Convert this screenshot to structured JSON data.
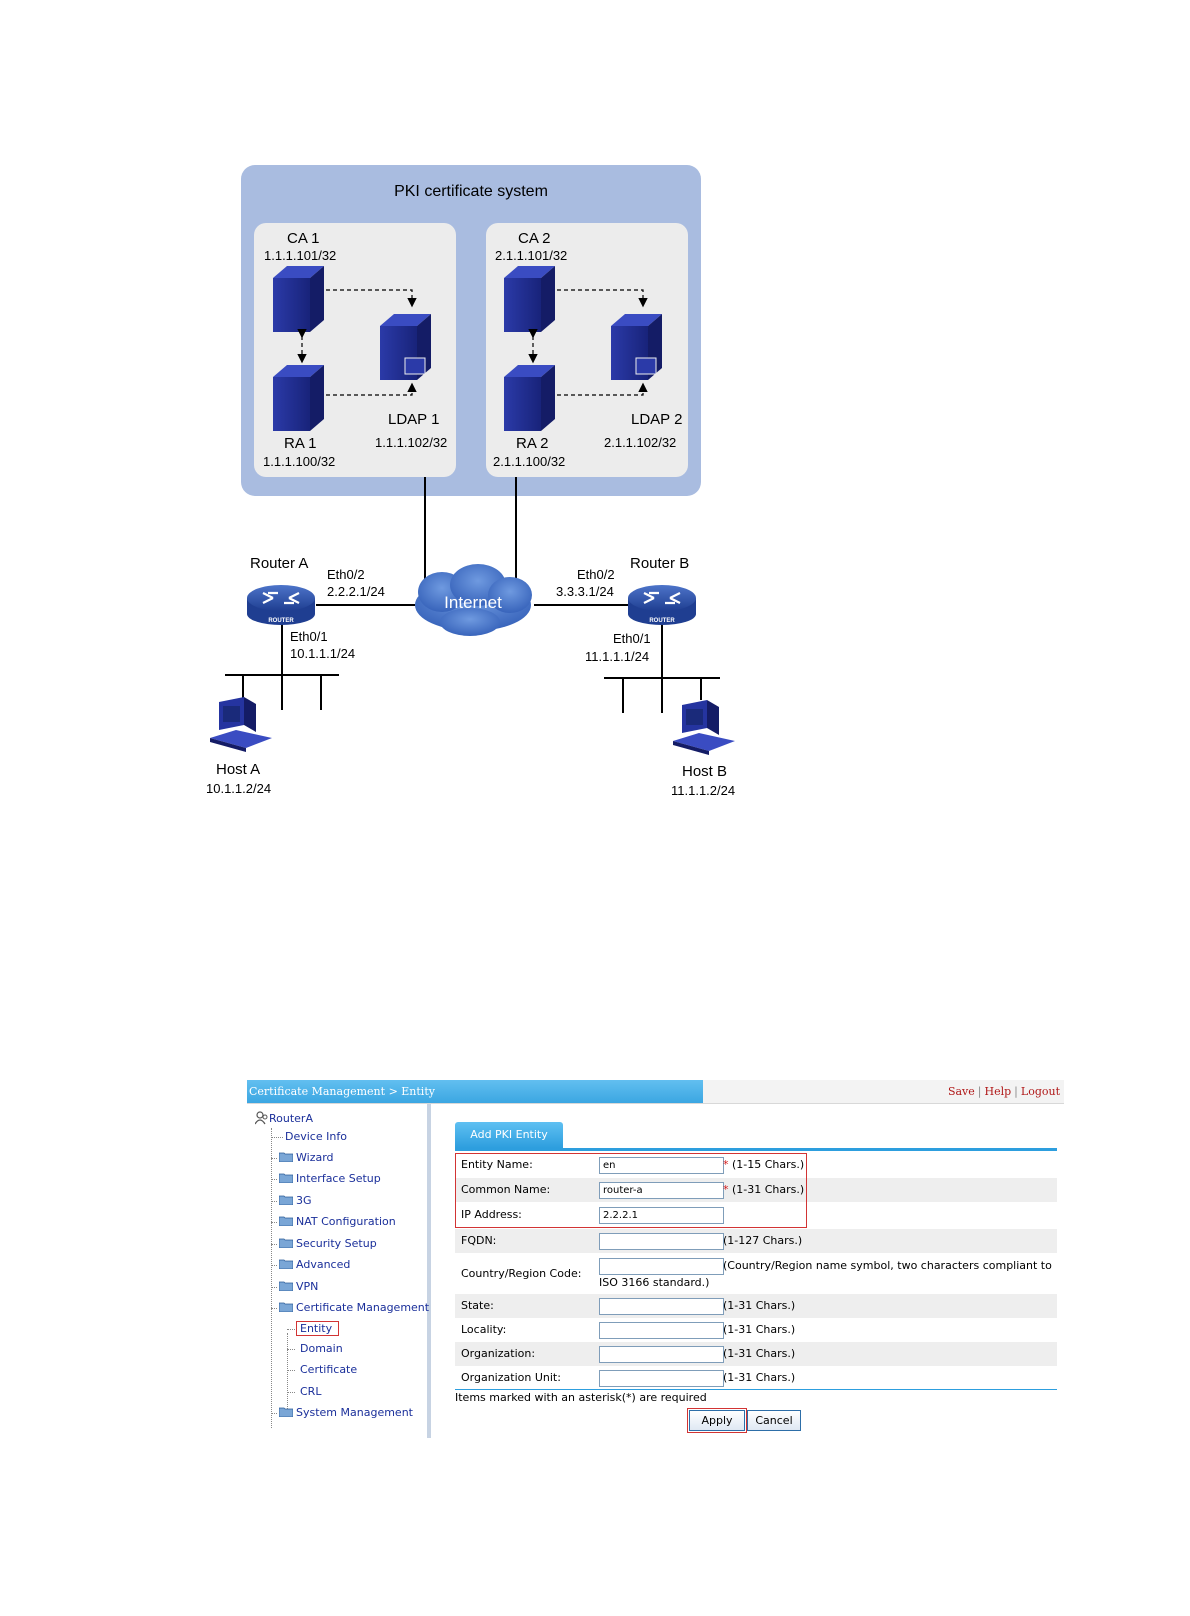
{
  "diagram": {
    "system_title": "PKI certificate system",
    "ca1": {
      "name": "CA 1",
      "ip": "1.1.1.101/32"
    },
    "ra1": {
      "name": "RA 1",
      "ip": "1.1.1.100/32"
    },
    "ldap1": {
      "name": "LDAP 1",
      "ip": "1.1.1.102/32"
    },
    "ca2": {
      "name": "CA 2",
      "ip": "2.1.1.101/32"
    },
    "ra2": {
      "name": "RA 2",
      "ip": "2.1.1.100/32"
    },
    "ldap2": {
      "name": "LDAP 2",
      "ip": "2.1.1.102/32"
    },
    "internet": "Internet",
    "router_a": {
      "name": "Router A",
      "eth02": "Eth0/2",
      "eth02_ip": "2.2.2.1/24",
      "eth01": "Eth0/1",
      "eth01_ip": "10.1.1.1/24",
      "badge": "ROUTER"
    },
    "router_b": {
      "name": "Router B",
      "eth02": "Eth0/2",
      "eth02_ip": "3.3.3.1/24",
      "eth01": "Eth0/1",
      "eth01_ip": "11.1.1.1/24",
      "badge": "ROUTER"
    },
    "host_a": {
      "name": "Host A",
      "ip": "10.1.1.2/24"
    },
    "host_b": {
      "name": "Host B",
      "ip": "11.1.1.2/24"
    },
    "colors": {
      "outer_panel": "#a9bce0",
      "inner_panel": "#ececec",
      "server": "#1f2d8c",
      "router": "#2c4fa8",
      "cloud": "#3f6ec4"
    }
  },
  "ui": {
    "breadcrumb": "Certificate Management > Entity",
    "links": {
      "save": "Save",
      "sep": "|",
      "help": "Help",
      "logout": "Logout"
    },
    "tree": {
      "root": "RouterA",
      "items": [
        {
          "label": "Device Info"
        },
        {
          "label": "Wizard"
        },
        {
          "label": "Interface Setup"
        },
        {
          "label": "3G"
        },
        {
          "label": "NAT Configuration"
        },
        {
          "label": "Security Setup"
        },
        {
          "label": "Advanced"
        },
        {
          "label": "VPN"
        },
        {
          "label": "Certificate Management"
        },
        {
          "label": "Entity"
        },
        {
          "label": "Domain"
        },
        {
          "label": "Certificate"
        },
        {
          "label": "CRL"
        },
        {
          "label": "System Management"
        }
      ]
    },
    "tab": "Add PKI Entity",
    "fields": [
      {
        "label": "Entity Name:",
        "value": "en",
        "hint_req": "*",
        "hint": " (1-15 Chars.)"
      },
      {
        "label": "Common Name:",
        "value": "router-a",
        "hint_req": "*",
        "hint": " (1-31 Chars.)"
      },
      {
        "label": "IP Address:",
        "value": "2.2.2.1",
        "hint_req": "",
        "hint": ""
      },
      {
        "label": "FQDN:",
        "value": "",
        "hint_req": "",
        "hint": "(1-127 Chars.)"
      },
      {
        "label": "Country/Region Code:",
        "value": "",
        "hint_req": "",
        "hint": "(Country/Region name symbol, two characters compliant to",
        "hint2": "ISO 3166 standard.)"
      },
      {
        "label": "State:",
        "value": "",
        "hint_req": "",
        "hint": "(1-31 Chars.)"
      },
      {
        "label": "Locality:",
        "value": "",
        "hint_req": "",
        "hint": "(1-31 Chars.)"
      },
      {
        "label": "Organization:",
        "value": "",
        "hint_req": "",
        "hint": "(1-31 Chars.)"
      },
      {
        "label": "Organization Unit:",
        "value": "",
        "hint_req": "",
        "hint": "(1-31 Chars.)"
      }
    ],
    "required_note": "Items marked with an asterisk(*) are required",
    "apply_label": "Apply",
    "cancel_label": "Cancel"
  }
}
